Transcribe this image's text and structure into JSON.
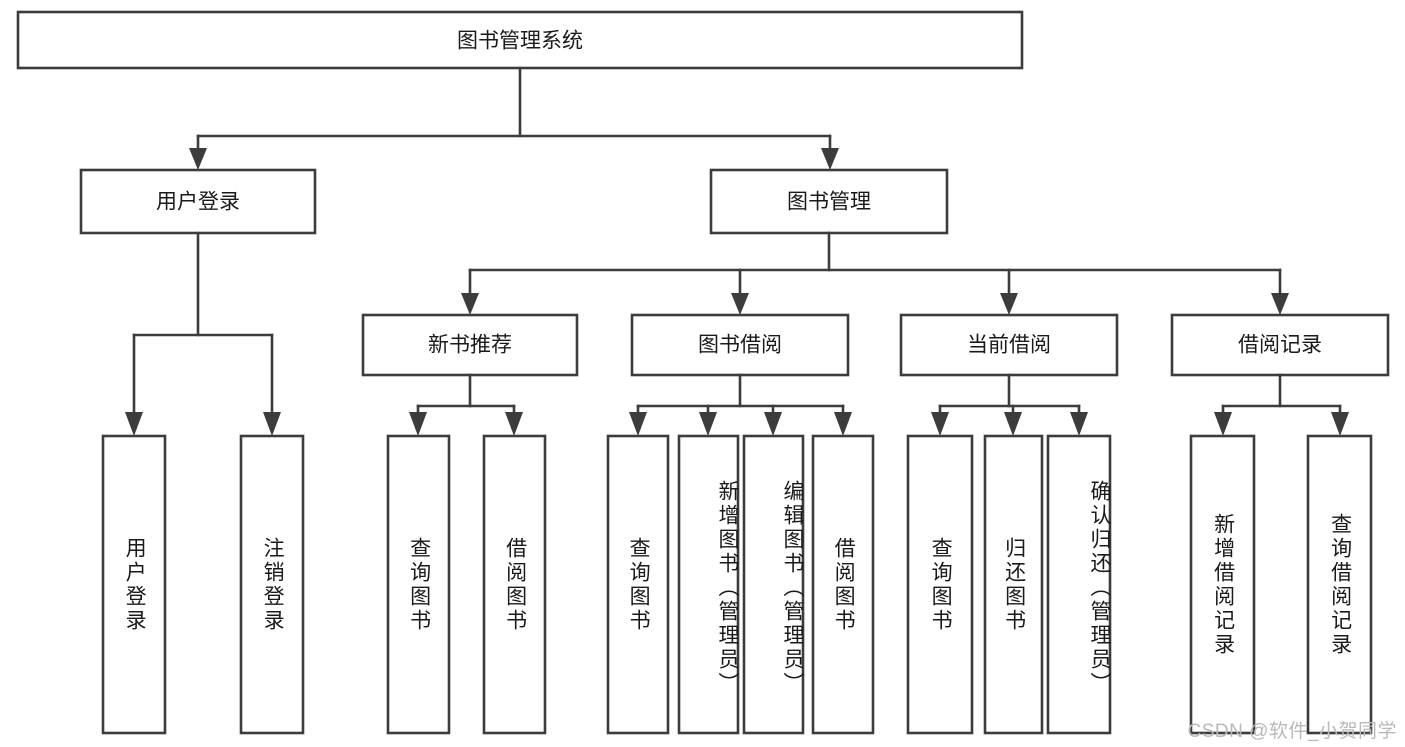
{
  "diagram": {
    "title": "图书管理系统",
    "type": "tree-hierarchy",
    "watermark": "CSDN @软件_小贺同学",
    "colors": {
      "stroke": "#3c3c3c",
      "fill": "#ffffff",
      "text": "#1a1a1a",
      "watermark": "#b9b9b9",
      "background": "#ffffff"
    },
    "root": {
      "label": "图书管理系统"
    },
    "level2": [
      {
        "label": "用户登录"
      },
      {
        "label": "图书管理"
      }
    ],
    "level3": [
      {
        "label": "新书推荐"
      },
      {
        "label": "图书借阅"
      },
      {
        "label": "当前借阅"
      },
      {
        "label": "借阅记录"
      }
    ],
    "leaves": {
      "user_login": [
        {
          "label": "用户登录"
        },
        {
          "label": "注销登录"
        }
      ],
      "new_book_recommend": [
        {
          "label": "查询图书"
        },
        {
          "label": "借阅图书"
        }
      ],
      "book_borrow": [
        {
          "label": "查询图书"
        },
        {
          "label": "新增图书（管理员）"
        },
        {
          "label": "编辑图书（管理员）"
        },
        {
          "label": "借阅图书"
        }
      ],
      "current_borrow": [
        {
          "label": "查询图书"
        },
        {
          "label": "归还图书"
        },
        {
          "label": "确认归还（管理员）"
        }
      ],
      "borrow_record": [
        {
          "label": "新增借阅记录"
        },
        {
          "label": "查询借阅记录"
        }
      ]
    }
  }
}
